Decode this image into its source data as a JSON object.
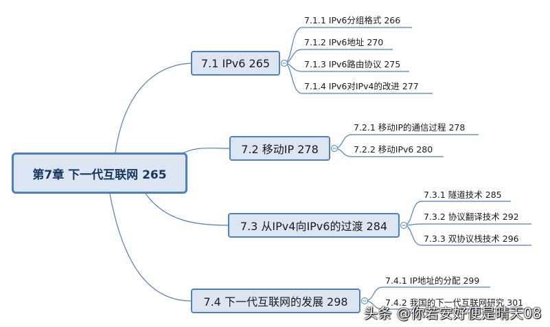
{
  "root": {
    "label": "第7章  下一代互联网 265"
  },
  "sections": [
    {
      "label": "7.1  IPv6 265",
      "items": [
        "7.1.1  IPv6分组格式 266",
        "7.1.2  IPv6地址 270",
        "7.1.3  IPv6路由协议 275",
        "7.1.4  IPv6对IPv4的改进 277"
      ]
    },
    {
      "label": "7.2  移动IP 278",
      "items": [
        "7.2.1  移动IP的通信过程 278",
        "7.2.2  移动IPv6 280"
      ]
    },
    {
      "label": "7.3  从IPv4向IPv6的过渡 284",
      "items": [
        "7.3.1  隧道技术 285",
        "7.3.2  协议翻译技术 292",
        "7.3.3  双协议栈技术 296"
      ]
    },
    {
      "label": "7.4  下一代互联网的发展 298",
      "items": [
        "7.4.1  IP地址的分配 299",
        "7.4.2  我国的下一代互联网研究 301"
      ]
    }
  ],
  "watermark": "头条 @你若安好便是晴天08",
  "colors": {
    "line": "#4e7fbf",
    "nodeFill": "#dce6f2",
    "rootText": "#17365d"
  }
}
